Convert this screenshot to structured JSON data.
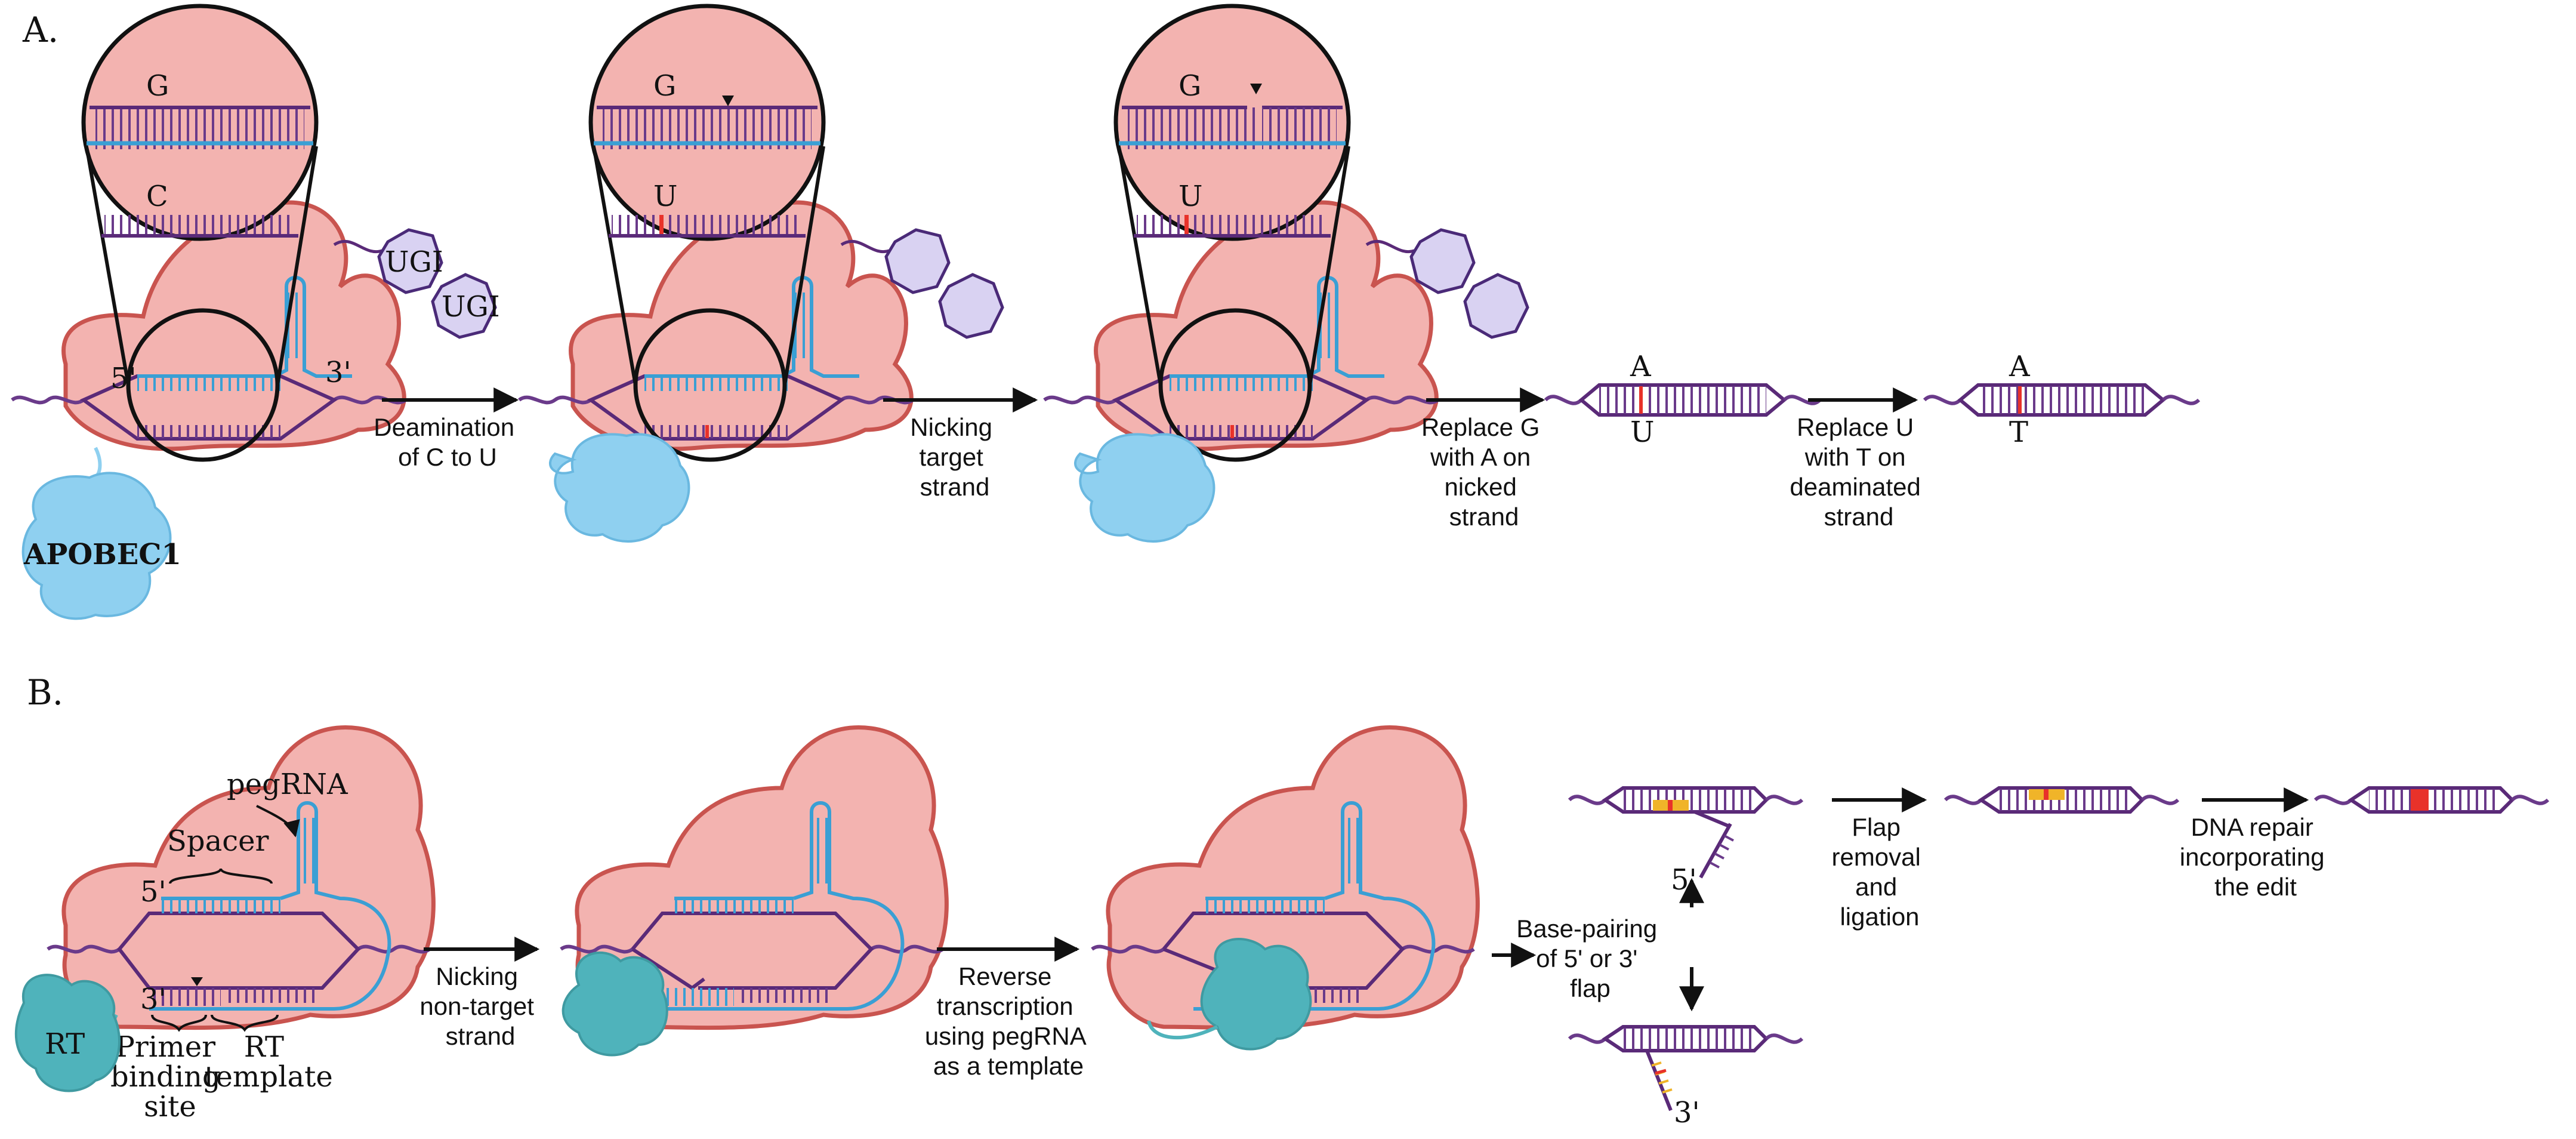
{
  "panel_a": {
    "label": "A.",
    "zoom1": {
      "top": "G",
      "bottom": "C"
    },
    "zoom2": {
      "top": "G",
      "bottom": "U"
    },
    "zoom3": {
      "top": "G",
      "bottom": "U"
    },
    "ugi1": "UGI",
    "ugi2": "UGI",
    "apobec": "APOBEC1",
    "end5": "5'",
    "end3": "3'",
    "step1": [
      "Deamination",
      "of C to U"
    ],
    "step2": [
      "Nicking",
      "target",
      "strand"
    ],
    "step3": [
      "Replace G",
      "with A on",
      "nicked",
      "strand"
    ],
    "step4": [
      "Replace U",
      "with T on",
      "deaminated",
      "strand"
    ],
    "dna1": {
      "top": "A",
      "bottom": "U"
    },
    "dna2": {
      "top": "A",
      "bottom": "T"
    }
  },
  "panel_b": {
    "label": "B.",
    "pegrna": "pegRNA",
    "spacer": "Spacer",
    "end5": "5'",
    "end3": "3'",
    "rt": "RT",
    "pbs": [
      "Primer",
      "binding",
      "site"
    ],
    "rt_template": [
      "RT",
      "template"
    ],
    "step1": [
      "Nicking",
      "non-target",
      "strand"
    ],
    "step2": [
      "Reverse",
      "transcription",
      "using pegRNA",
      "as a template"
    ],
    "step3": [
      "Base-pairing",
      "of 5' or 3'",
      "flap"
    ],
    "step4": [
      "Flap",
      "removal",
      "and",
      "ligation"
    ],
    "step5": [
      "DNA repair",
      "incorporating",
      "the edit"
    ],
    "flap5": "5'",
    "flap3": "3'"
  },
  "colors": {
    "protein": "#f3b3b0",
    "protein_stroke": "#c9544f",
    "dna": "#5a2a78",
    "rna": "#3a9fd4",
    "apobec": "#8fd0f0",
    "rt": "#4fb3bb",
    "ugi": "#d9d2f2",
    "edit": "#e8322a",
    "flap": "#f0b429"
  }
}
